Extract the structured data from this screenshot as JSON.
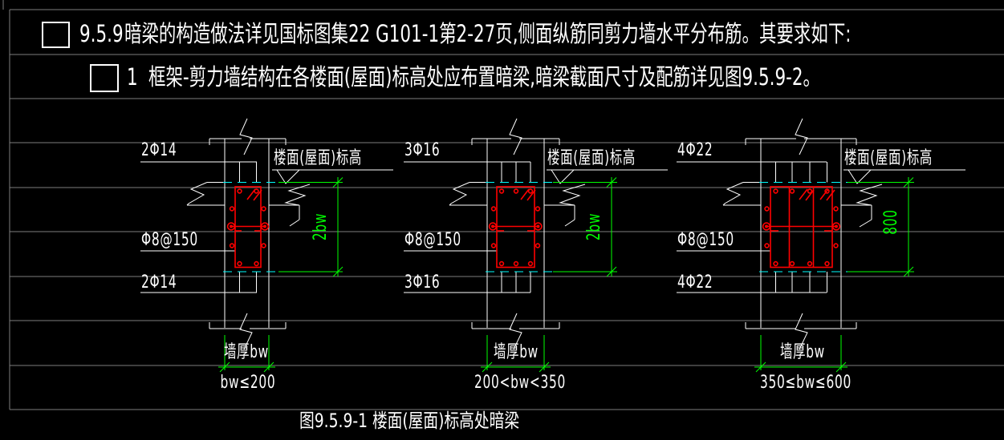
{
  "sheet": {
    "clauses": [
      {
        "number": "9.5.9",
        "text": "暗梁的构造做法详见国标图集22 G101-1第2-27页,侧面纵筋同剪力墙水平分布筋。其要求如下:"
      },
      {
        "number": "1",
        "text": "框架-剪力墙结构在各楼面(屋面)标高处应布置暗梁,暗梁截面尺寸及配筋详见图9.5.9-2。"
      }
    ],
    "figure_caption": "图9.5.9-1 楼面(屋面)标高处暗梁"
  },
  "diagrams": [
    {
      "top_bars": "2Φ14",
      "stirrups": "Φ8@150",
      "bottom_bars": "2Φ14",
      "elevation": "楼面(屋面)标高",
      "depth": "2bw",
      "wall_thickness": "墙厚bw",
      "wall_range": "bw≤200"
    },
    {
      "top_bars": "3Φ16",
      "stirrups": "Φ8@150",
      "bottom_bars": "3Φ16",
      "elevation": "楼面(屋面)标高",
      "depth": "2bw",
      "wall_thickness": "墙厚bw",
      "wall_range": "200<bw<350"
    },
    {
      "top_bars": "4Φ22",
      "stirrups": "Φ8@150",
      "bottom_bars": "4Φ22",
      "elevation": "楼面(屋面)标高",
      "depth": "800",
      "wall_thickness": "墙厚bw",
      "wall_range": "350≤bw≤600"
    }
  ],
  "colors": {
    "background": "#000000",
    "line_white": "#ffffff",
    "grid_gray": "#7e7e7e",
    "rebar_red": "#ff0000",
    "dimension_green": "#00ff00",
    "beam_outline_cyan": "#00ffff"
  }
}
